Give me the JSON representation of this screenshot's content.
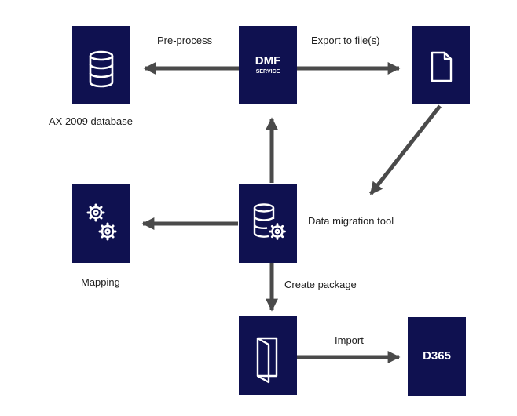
{
  "nodes": {
    "database": {
      "label": "AX 2009 database",
      "icon": "database-icon"
    },
    "dmf": {
      "title": "DMF",
      "subtitle": "SERVICE"
    },
    "file": {
      "icon": "file-icon"
    },
    "mapping": {
      "label": "Mapping",
      "icon": "gears-icon"
    },
    "tool": {
      "label": "Data migration tool",
      "icon": "database-gear-icon"
    },
    "package": {
      "icon": "package-icon"
    },
    "d365": {
      "title": "D365"
    }
  },
  "edges": {
    "preprocess": "Pre-process",
    "export": "Export to file(s)",
    "create_package": "Create package",
    "import": "Import"
  },
  "colors": {
    "box": "#0f1150",
    "arrow": "#4a4a4a",
    "text": "#1e1e1e"
  }
}
